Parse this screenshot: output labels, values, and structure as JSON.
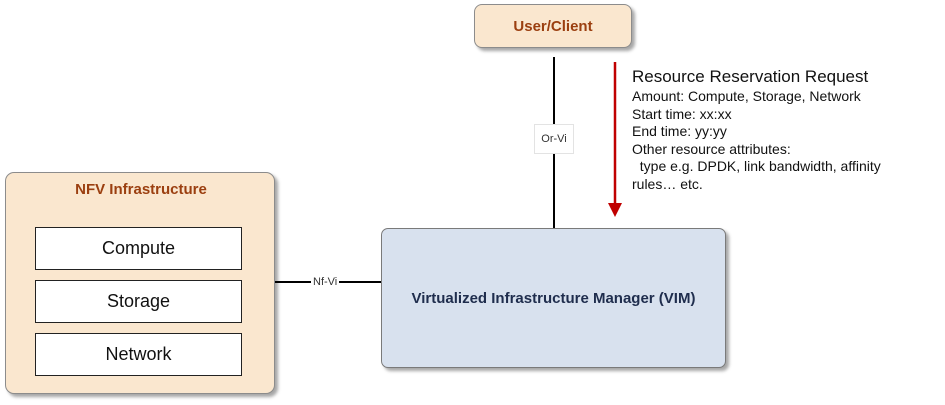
{
  "user_client": {
    "label": "User/Client"
  },
  "interfaces": {
    "or_vi": "Or-Vi",
    "nf_vi": "Nf-Vi"
  },
  "request": {
    "title": "Resource Reservation Request",
    "lines": [
      "Amount: Compute, Storage, Network",
      "Start time: xx:xx",
      "End time: yy:yy",
      "Other resource attributes:",
      "  type e.g. DPDK, link bandwidth, affinity",
      "rules… etc."
    ],
    "arrow_color": "#c00000"
  },
  "nfvi": {
    "title": "NFV Infrastructure",
    "items": [
      "Compute",
      "Storage",
      "Network"
    ]
  },
  "vim": {
    "label": "Virtualized Infrastructure Manager (VIM)"
  },
  "colors": {
    "peach_fill": "#fae7cf",
    "peach_text": "#9b3f10",
    "vim_fill": "#d8e1ee",
    "vim_text": "#1f2d4d"
  }
}
